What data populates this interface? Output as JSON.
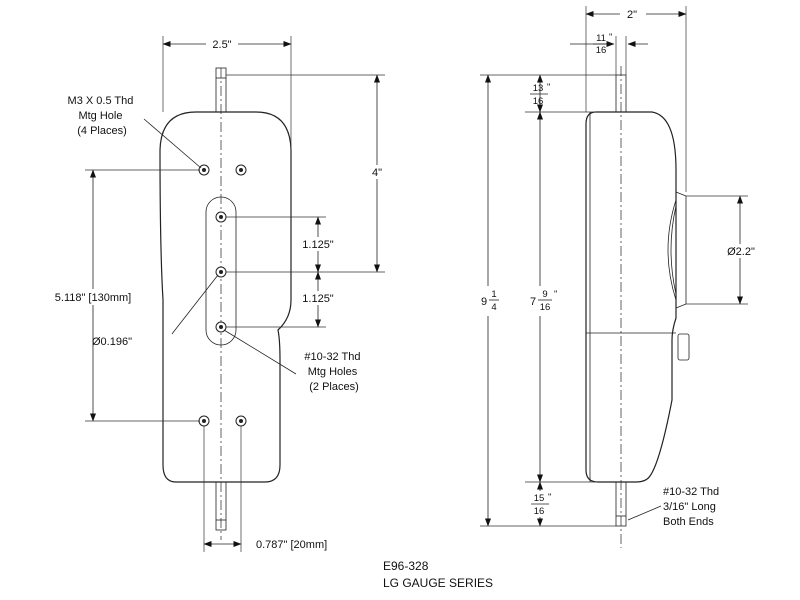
{
  "front_view": {
    "width_dim": "2.5\"",
    "mounting_spacing_dim": "5.118\" [130mm]",
    "upper_height_dim": "4\"",
    "hole_spacing_1": "1.125\"",
    "hole_spacing_2": "1.125\"",
    "slot_width_dim": "Ø0.196\"",
    "shaft_offset_dim": "0.787\" [20mm]",
    "mtg_hole_note": [
      "M3 X 0.5 Thd",
      "Mtg Hole",
      "(4 Places)"
    ],
    "thd_holes_note": [
      "#10-32 Thd",
      "Mtg Holes",
      "(2 Places)"
    ]
  },
  "side_view": {
    "depth_dim": "2\"",
    "shaft_dia_dim": {
      "num": "11",
      "den": "16"
    },
    "top_shaft_dim": {
      "num": "13",
      "den": "16"
    },
    "overall_height_dim": {
      "whole": "9",
      "num": "1",
      "den": "4"
    },
    "body_height_dim": {
      "whole": "7",
      "num": "9",
      "den": "16"
    },
    "bottom_shaft_dim": {
      "num": "15",
      "den": "16"
    },
    "display_dia_dim": "Ø2.2\"",
    "shaft_thd_note": [
      "#10-32 Thd",
      "3/16\" Long",
      "Both Ends"
    ]
  },
  "title_block": {
    "drawing_number": "E96-328",
    "series_name": "LG GAUGE SERIES"
  }
}
